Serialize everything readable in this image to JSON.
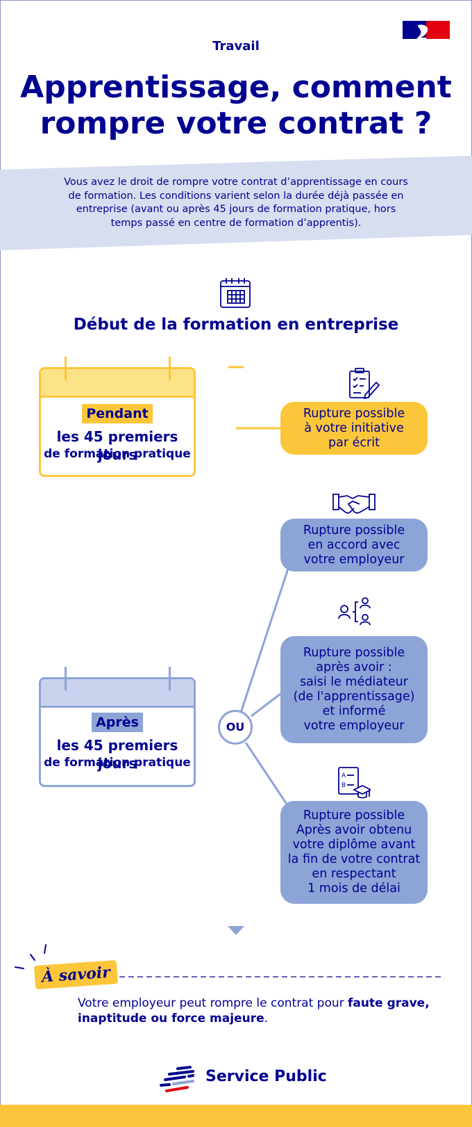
{
  "header": {
    "category": "Travail",
    "title_line1": "Apprentissage, comment",
    "title_line2": "rompre votre contrat ?"
  },
  "intro": {
    "text": "Vous avez le droit de rompre votre contrat d’apprentissage en cours de formation. Les conditions varient selon la durée déjà passée en entreprise (avant ou après 45 jours de formation pratique, hors temps passé en centre de formation d’apprentis)."
  },
  "timeline": {
    "heading": "Début de la formation en entreprise",
    "ou_label": "OU",
    "period_before": {
      "tag": "Pendant",
      "line1": "les 45 premiers jours",
      "line2": "de formation pratique"
    },
    "period_after": {
      "tag": "Après",
      "line1": "les 45 premiers jours",
      "line2": "de formation pratique"
    },
    "options": [
      {
        "icon": "signed-document-icon",
        "lines": [
          "Rupture possible",
          "à votre initiative",
          "par écrit"
        ]
      },
      {
        "icon": "handshake-icon",
        "lines": [
          "Rupture possible",
          "en accord avec",
          "votre employeur"
        ]
      },
      {
        "icon": "mediator-people-icon",
        "lines": [
          "Rupture possible",
          "après avoir :",
          "saisi le médiateur",
          "(de l'apprentissage)",
          "et informé",
          "votre employeur"
        ]
      },
      {
        "icon": "diploma-test-icon",
        "lines": [
          "Rupture possible",
          "Après avoir obtenu",
          "votre diplôme avant",
          "la fin de votre contrat",
          "en respectant",
          "1 mois de délai"
        ]
      }
    ]
  },
  "savoir": {
    "badge": "À savoir",
    "text_part1": "Votre employeur peut rompre le contrat pour ",
    "text_bold": "faute grave, inaptitude ou force majeure",
    "text_end": "."
  },
  "footer": {
    "brand": "Service Public"
  },
  "colors": {
    "navy": "#000091",
    "yellow": "#fcc63a",
    "light_yellow": "#fde388",
    "blue": "#8da4d6",
    "light_blue": "#c9d3ee",
    "band": "#d7deef",
    "red": "#e1000f"
  }
}
